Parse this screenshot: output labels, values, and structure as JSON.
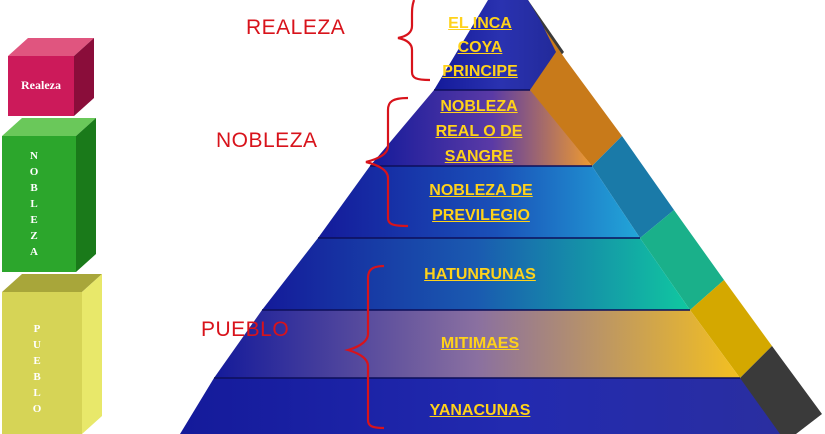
{
  "legend_boxes": [
    {
      "label": "Realeza",
      "color": "#cc1a5a"
    },
    {
      "label": "NOBLEZA",
      "color": "#2ca62c"
    },
    {
      "label": "PUEBLO",
      "color": "#d6d456"
    }
  ],
  "groups": [
    {
      "label": "REALEZA"
    },
    {
      "label": "NOBLEZA"
    },
    {
      "label": "PUEBLO"
    }
  ],
  "pyramid_levels": [
    {
      "lines": [
        "EL INCA",
        "COYA",
        "PRINCIPE"
      ]
    },
    {
      "lines": [
        "NOBLEZA",
        "REAL O DE",
        "SANGRE"
      ]
    },
    {
      "lines": [
        "NOBLEZA DE",
        "PREVILEGIO"
      ]
    },
    {
      "lines": [
        "HATUNRUNAS"
      ]
    },
    {
      "lines": [
        "MITIMAES"
      ]
    },
    {
      "lines": [
        "YANACUNAS"
      ]
    }
  ],
  "colors": {
    "label_red": "#d8131b",
    "level_text": "#ffd21a",
    "pyramid_blue": "#1a20a6",
    "side_band_colors": [
      "#3a3a3a",
      "#c87a1a",
      "#1a7aa8",
      "#1ab08a",
      "#d4a800",
      "#3a3a3a"
    ]
  }
}
